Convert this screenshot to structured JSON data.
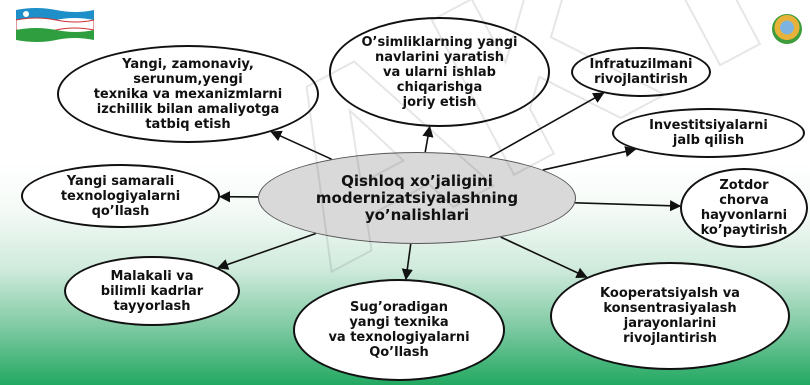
{
  "diagram": {
    "center": "Qishloq xo’jaligini\nmodernizatsiyalashning\nyo’nalishlari",
    "nodes": [
      {
        "id": "tech",
        "label": "Yangi, zamonaviy,\nserunum,yengi\ntexnika va mexanizmlarni\nizchillik bilan amaliyotga\ntatbiq etish"
      },
      {
        "id": "plants",
        "label": "O’simliklarning yangi\nnavlarini yaratish\nva ularni ishlab\nchiqarishga\njoriy etish"
      },
      {
        "id": "infra",
        "label": "Infratuzilmani\nrivojlantirish"
      },
      {
        "id": "invest",
        "label": "Investitsiyalarni\njalb qilish"
      },
      {
        "id": "livestock",
        "label": "Zotdor\nchorva\nhayvonlarni\nko’paytirish"
      },
      {
        "id": "coop",
        "label": "Kooperatsiyalsh va\nkonsentrasiyalash\njarayonlarini\nrivojlantirish"
      },
      {
        "id": "irrigation",
        "label": "Sug’oradigan\nyangi texnika\nva texnologiyalarni\nQo’llash"
      },
      {
        "id": "staff",
        "label": "Malakali va\nbilimli kadrlar\ntayyorlash"
      },
      {
        "id": "newtech",
        "label": "Yangi samarali\ntexnologiyalarni\nqo’llash"
      }
    ],
    "edges": [
      {
        "from": "center",
        "to": "tech"
      },
      {
        "from": "center",
        "to": "plants"
      },
      {
        "from": "center",
        "to": "infra"
      },
      {
        "from": "center",
        "to": "invest"
      },
      {
        "from": "center",
        "to": "livestock"
      },
      {
        "from": "center",
        "to": "coop"
      },
      {
        "from": "center",
        "to": "irrigation"
      },
      {
        "from": "center",
        "to": "staff"
      },
      {
        "from": "center",
        "to": "newtech"
      }
    ]
  },
  "decor": {
    "watermark": "АКТ",
    "flag_colors": [
      "#1e8fc9",
      "#ffffff",
      "#2e9e3e"
    ],
    "emblem": "uzbekistan-emblem-icon"
  }
}
